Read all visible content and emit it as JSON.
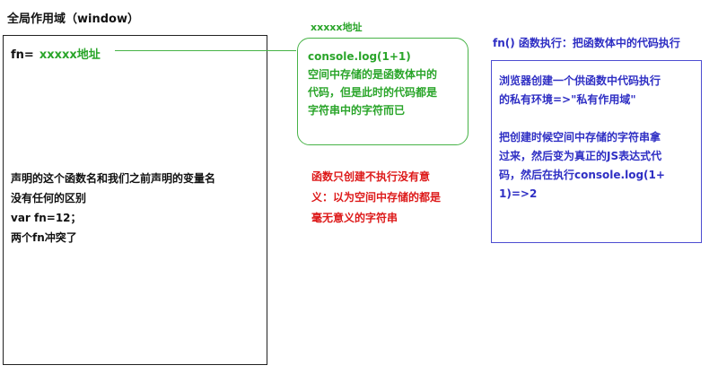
{
  "global_scope": {
    "title": "全局作用域（window）",
    "fn_label": "fn=",
    "fn_address": "xxxxx地址",
    "note_lines": [
      "声明的这个函数名和我们之前声明的变量名",
      "没有任何的区别",
      "var fn=12；",
      "两个fn冲突了"
    ]
  },
  "heap": {
    "address_label": "xxxxx地址",
    "lines": [
      "console.log(1+1)",
      "空间中存储的是函数体中的",
      "代码，但是此时的代码都是",
      "字符串中的字符而已"
    ]
  },
  "warning": {
    "lines": [
      "函数只创建不执行没有意",
      "义：以为空间中存储的都是",
      "毫无意义的字符串"
    ]
  },
  "execution": {
    "title": "fn() 函数执行：把函数体中的代码执行",
    "para1": [
      "浏览器创建一个供函数中代码执行",
      "的私有环境=>\"私有作用域\""
    ],
    "para2": [
      "把创建时候空间中存储的字符串拿",
      "过来，然后变为真正的JS表达式代",
      "码，然后在执行console.log(1+",
      "1)=>2"
    ]
  },
  "colors": {
    "green": "#2aa52a",
    "red": "#dd1a1a",
    "blue": "#2f2fc4",
    "black": "#111111"
  }
}
